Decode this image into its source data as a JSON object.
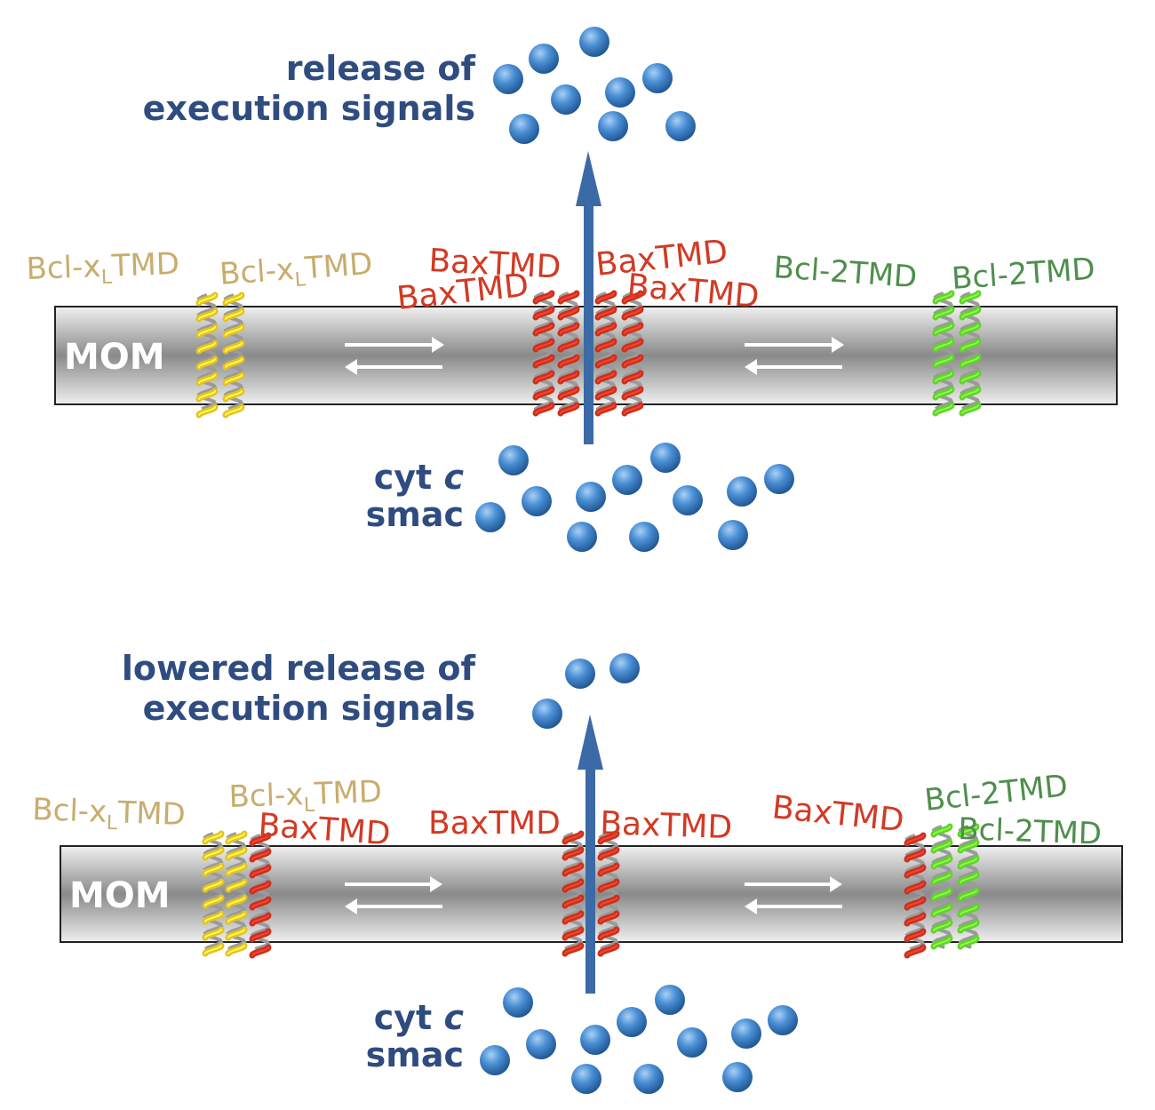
{
  "colors": {
    "blue_text": "#2f4c80",
    "bclxl": "#c8ad6e",
    "bax": "#d23a24",
    "bcl2": "#4e8f4c",
    "molecule": "#4a8fd4",
    "arrow": "#3b6aa6"
  },
  "panel_top": {
    "release_line1": "release of",
    "release_line2": "execution signals",
    "cyt_label": "cyt",
    "cyt_italic": "c",
    "smac_label": "smac",
    "mom_label": "MOM",
    "bclxl_a": "Bcl-x",
    "bclxl_sub": "L",
    "bclxl_tmd": "TMD",
    "bax_1": "BaxTMD",
    "bax_2": "BaxTMD",
    "bax_3": "BaxTMD",
    "bax_4": "BaxTMD",
    "bcl2_1": "Bcl-2TMD",
    "bcl2_2": "Bcl-2TMD"
  },
  "panel_bottom": {
    "release_line1": "lowered release of",
    "release_line2": "execution signals",
    "cyt_label": "cyt",
    "cyt_italic": "c",
    "smac_label": "smac",
    "mom_label": "MOM",
    "bclxl_a": "Bcl-x",
    "bclxl_sub": "L",
    "bclxl_tmd": "TMD",
    "bax_1": "BaxTMD",
    "bax_2": "BaxTMD",
    "bax_3": "BaxTMD",
    "bax_4": "BaxTMD",
    "bcl2_1": "Bcl-2TMD",
    "bcl2_2": "Bcl-2TMD"
  }
}
